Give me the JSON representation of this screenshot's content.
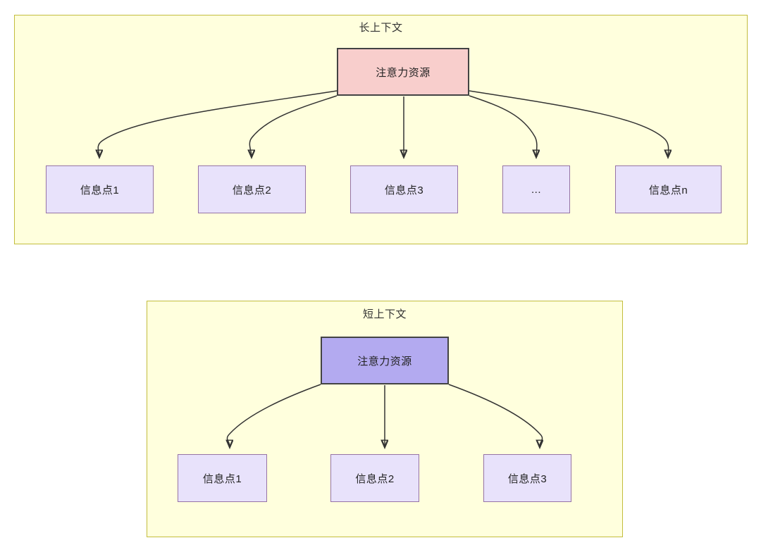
{
  "diagram": {
    "type": "flowchart",
    "background": "#ffffff",
    "group_fill": "#ffffdd",
    "group_stroke": "#c3bd3d",
    "leaf_fill": "#e8e2fb",
    "leaf_stroke": "#9673a6",
    "edge_color": "#333333",
    "groups": [
      {
        "id": "long-context",
        "title": "长上下文",
        "root": {
          "label": "注意力资源",
          "fill": "#f8cecc",
          "stroke": "#434343"
        },
        "leaves": [
          {
            "label": "信息点1"
          },
          {
            "label": "信息点2"
          },
          {
            "label": "信息点3"
          },
          {
            "label": "..."
          },
          {
            "label": "信息点n"
          }
        ]
      },
      {
        "id": "short-context",
        "title": "短上下文",
        "root": {
          "label": "注意力资源",
          "fill": "#b3aaf0",
          "stroke": "#434343"
        },
        "leaves": [
          {
            "label": "信息点1"
          },
          {
            "label": "信息点2"
          },
          {
            "label": "信息点3"
          }
        ]
      }
    ]
  }
}
